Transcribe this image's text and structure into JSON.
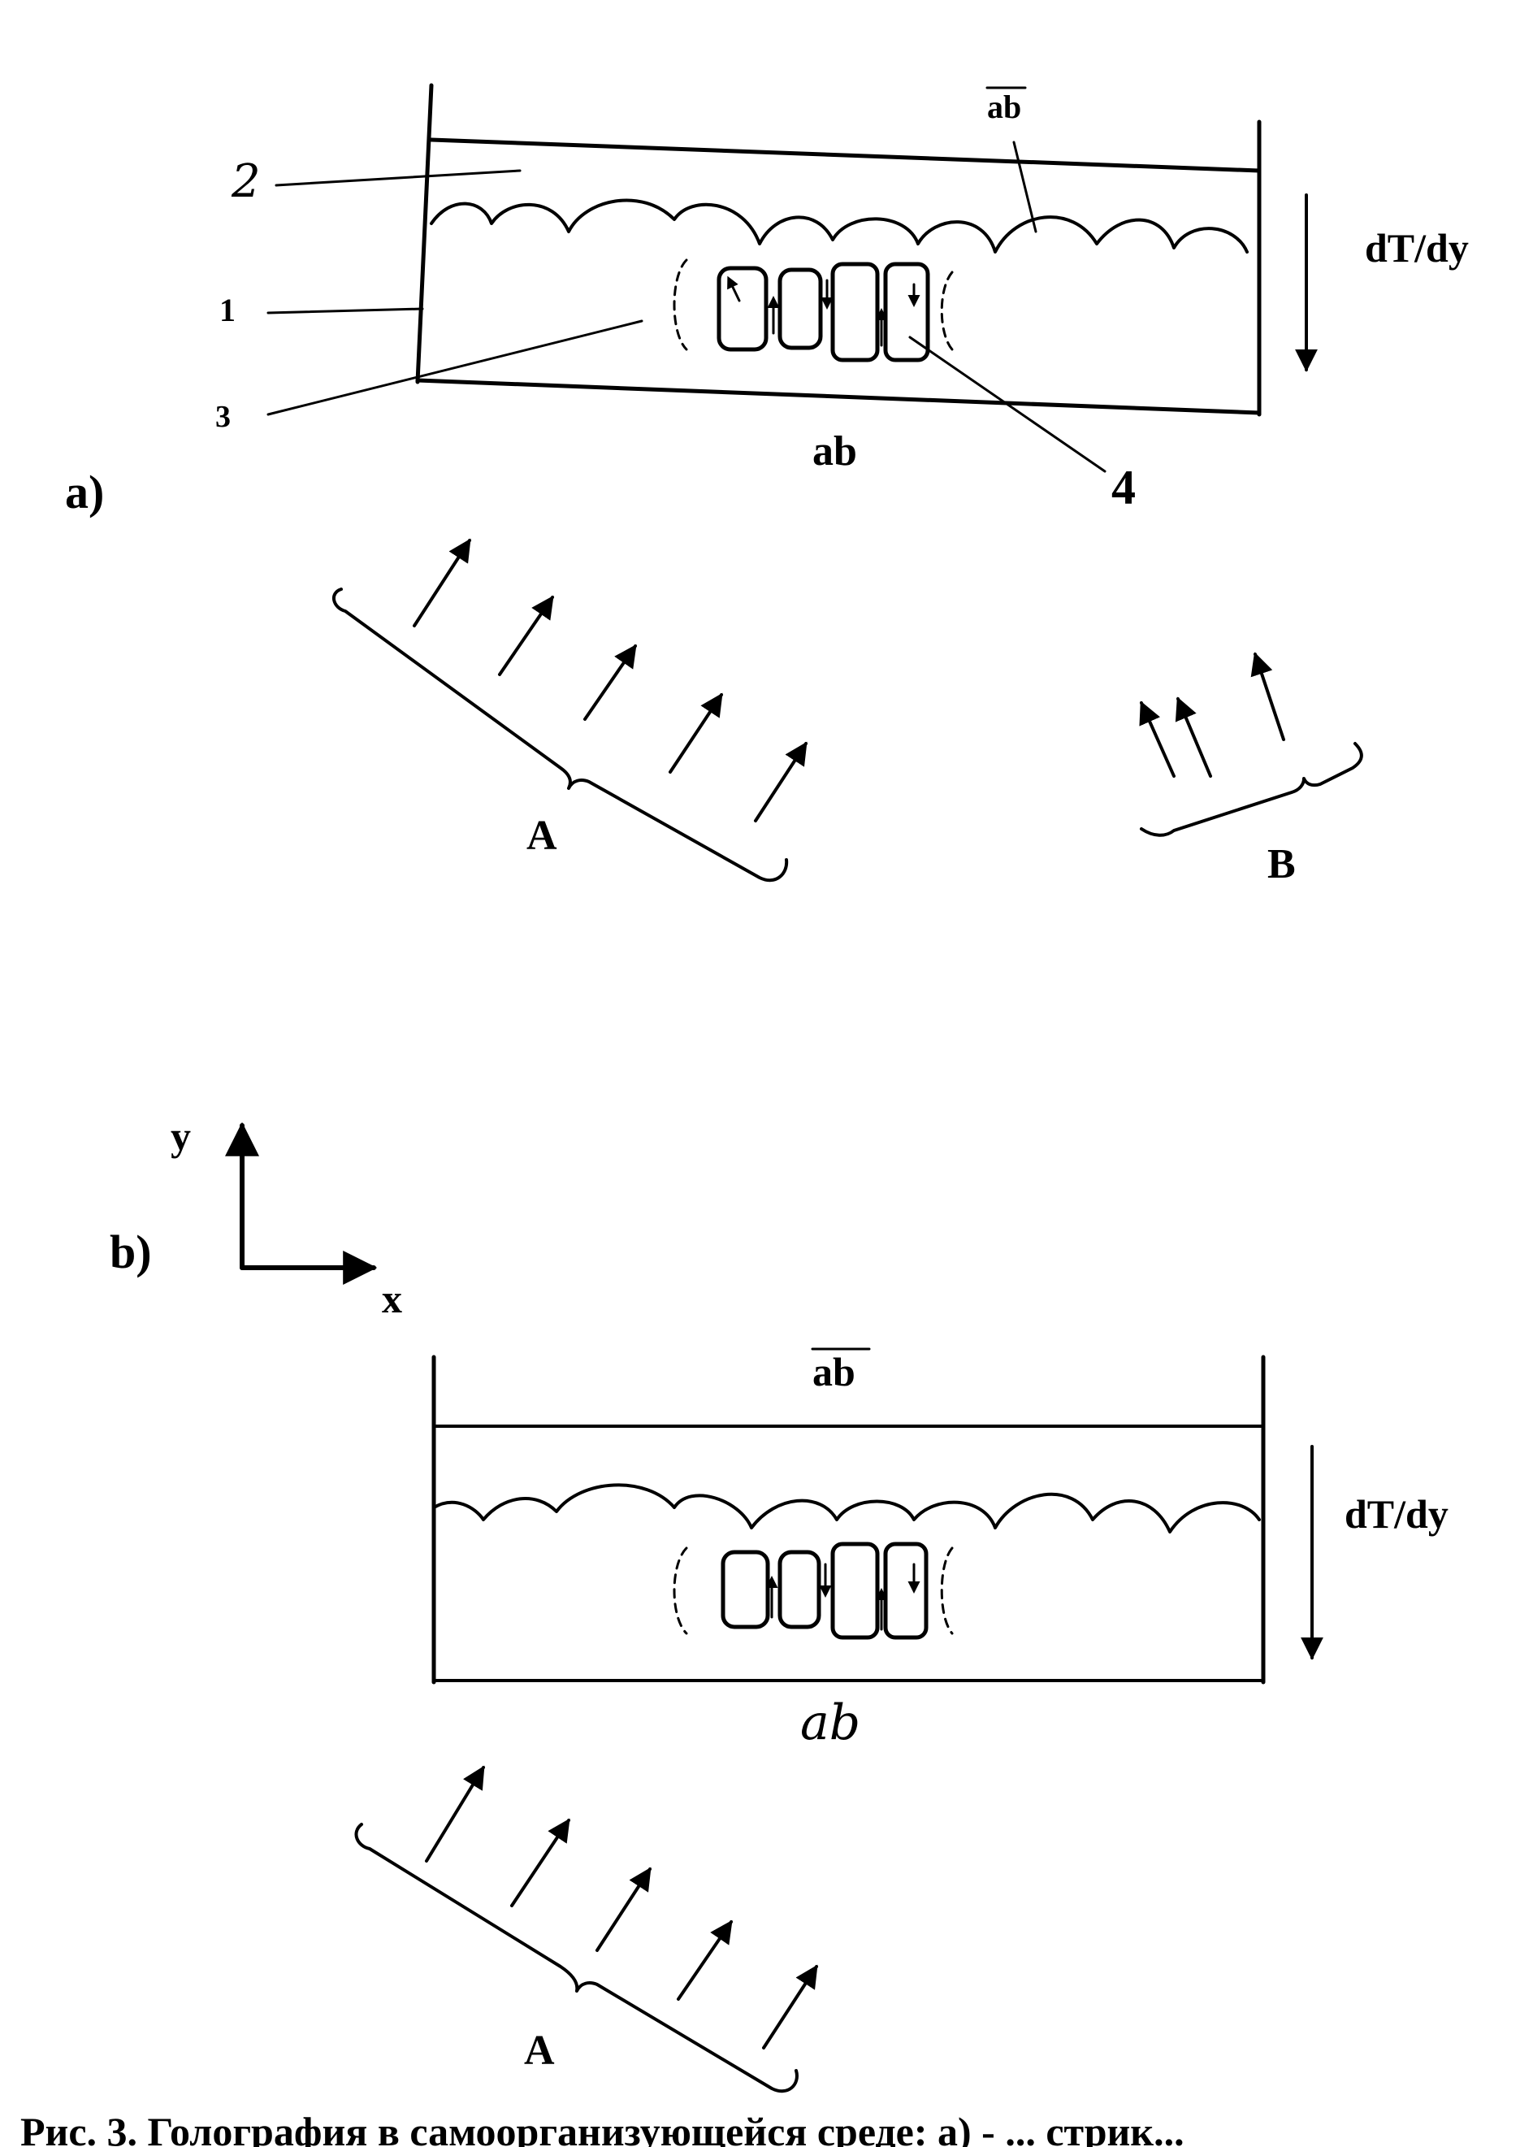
{
  "panel_a": {
    "label": "a)",
    "top_label": "ab",
    "bottom_label": "ab",
    "gradient_label": "dT/dy",
    "callouts": [
      "2",
      "1",
      "3",
      "4"
    ],
    "group_left": "A",
    "group_right": "B"
  },
  "panel_b": {
    "label": "b)",
    "axis_y": "y",
    "axis_x": "x",
    "top_label": "ab",
    "bottom_label": "ab",
    "gradient_label": "dT/dy",
    "group_left": "A"
  },
  "caption": "Рис. 3. Голография в самоорганизующейся среде: а) - ... стрик..."
}
